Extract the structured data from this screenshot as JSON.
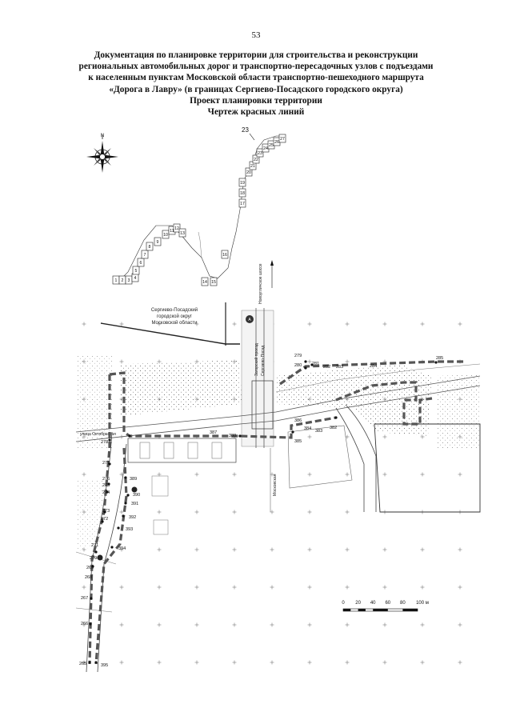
{
  "page_number": "53",
  "title_lines": [
    "Документация по планировке территории для строительства и реконструкции",
    "региональных автомобильных дорог и транспортно-пересадочных узлов с подъездами",
    "к населенным пунктам Московской области транспортно-пешеходного маршрута",
    "«Дорога в Лавру» (в границах Сергиево-Посадского городского округа)",
    "Проект планировки территории",
    "Чертеж красных линий"
  ],
  "compass": {
    "north": "N"
  },
  "index_map": {
    "sheet_labels": [
      "1",
      "2",
      "3",
      "4",
      "5",
      "6",
      "7",
      "8",
      "9",
      "10",
      "11",
      "12",
      "13",
      "14",
      "15",
      "16",
      "17",
      "18",
      "19",
      "20",
      "21",
      "22",
      "23",
      "24",
      "25",
      "26",
      "27"
    ],
    "current_sheet": "23"
  },
  "map": {
    "boundary_label_lines": [
      "Сергиево-Посадский",
      "городской округ",
      "Московской области"
    ],
    "road_labels": [
      "Новоугличское шоссе",
      "Загорский проезд",
      "Сергиево-Посад",
      "Московская"
    ],
    "street_label": "улица Октябрьская",
    "point_labels": [
      "279",
      "280",
      "281",
      "282",
      "283",
      "284",
      "285",
      "382",
      "383",
      "384",
      "385",
      "386",
      "387",
      "388",
      "278",
      "277",
      "276",
      "275",
      "274",
      "273",
      "272",
      "271",
      "270",
      "269",
      "268",
      "267",
      "266",
      "265",
      "389",
      "390",
      "391",
      "392",
      "393",
      "394",
      "395"
    ]
  },
  "scale_bar": {
    "ticks": [
      "0",
      "20",
      "40",
      "60",
      "80",
      "100 м"
    ]
  }
}
